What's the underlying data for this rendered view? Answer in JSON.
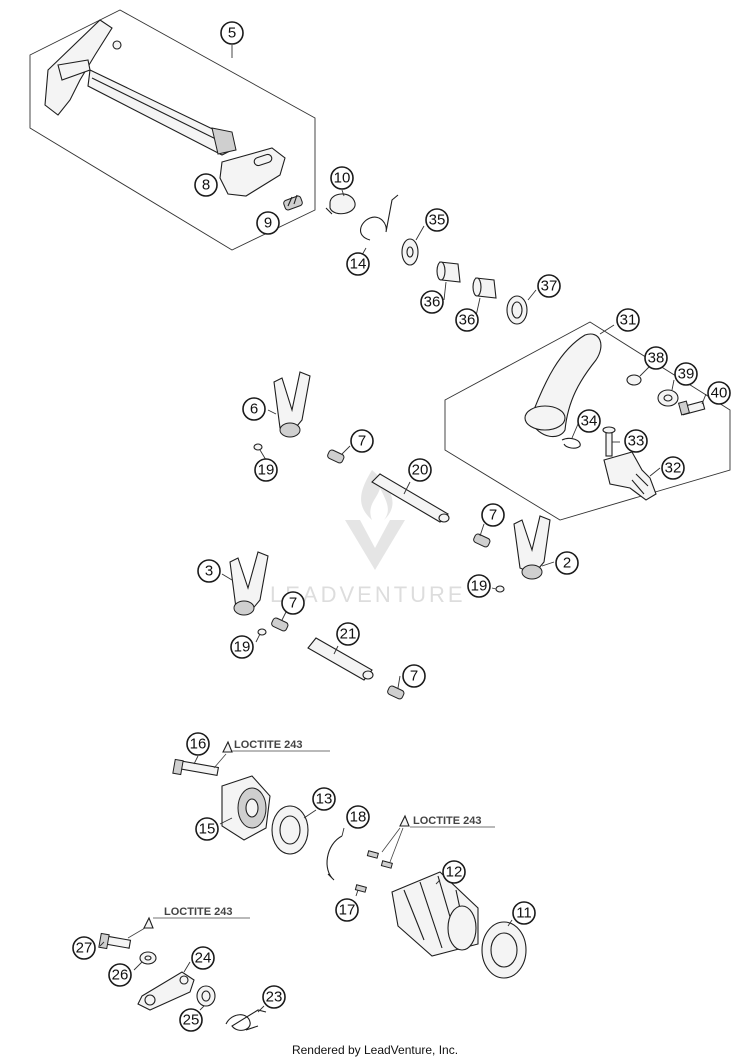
{
  "callouts": {
    "c5": "5",
    "c8": "8",
    "c9": "9",
    "c10": "10",
    "c14": "14",
    "c35": "35",
    "c36a": "36",
    "c36b": "36",
    "c37": "37",
    "c31": "31",
    "c38": "38",
    "c39": "39",
    "c40": "40",
    "c34": "34",
    "c33": "33",
    "c32": "32",
    "c6": "6",
    "c7a": "7",
    "c19a": "19",
    "c20": "20",
    "c7b": "7",
    "c2": "2",
    "c19b": "19",
    "c3": "3",
    "c7c": "7",
    "c19c": "19",
    "c21": "21",
    "c7d": "7",
    "c16": "16",
    "c13": "13",
    "c18": "18",
    "c15": "15",
    "c12": "12",
    "c17": "17",
    "c11": "11",
    "c27": "27",
    "c24": "24",
    "c26": "26",
    "c25": "25",
    "c23": "23"
  },
  "notes": {
    "loctite1": "LOCTITE 243",
    "loctite2": "LOCTITE 243",
    "loctite3": "LOCTITE 243"
  },
  "watermark": "LEADVENTURE",
  "footer": "Rendered by LeadVenture, Inc."
}
